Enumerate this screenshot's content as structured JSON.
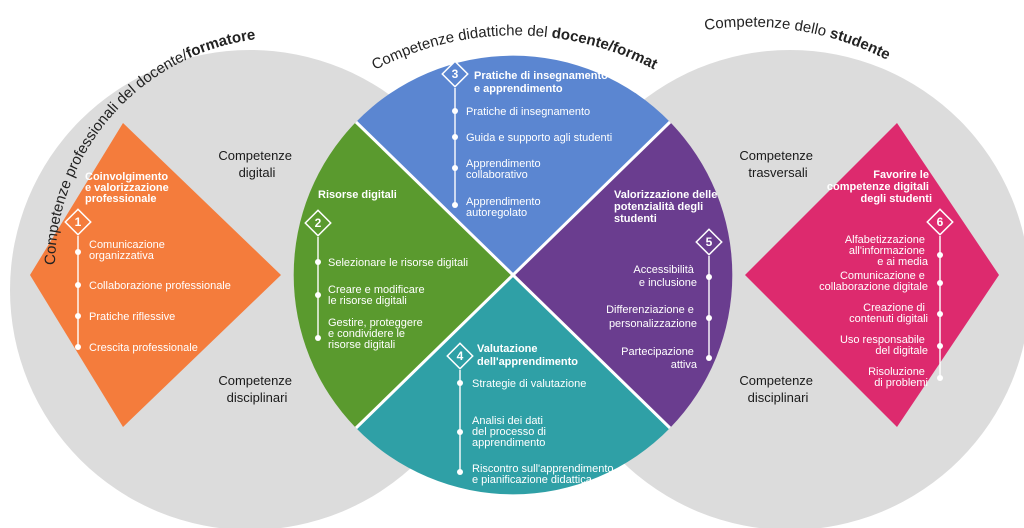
{
  "arc_titles": {
    "left": {
      "regular": "Competenze professionali del docente/",
      "bold": "formatore"
    },
    "center": {
      "regular": "Competenze didattiche del ",
      "bold": "docente/formatore"
    },
    "right": {
      "regular": "Competenze dello ",
      "bold": "studente"
    }
  },
  "gray_labels": {
    "left_top": [
      "Competenze",
      "digitali"
    ],
    "left_bottom": [
      "Competenze",
      "disciplinari"
    ],
    "right_top": [
      "Competenze",
      "trasversali"
    ],
    "right_bottom": [
      "Competenze",
      "disciplinari"
    ]
  },
  "sections": {
    "s1": {
      "number": "1",
      "title": [
        "Coinvolgimento",
        "e valorizzazione",
        "professionale"
      ],
      "items": [
        [
          "Comunicazione",
          "organizzativa"
        ],
        [
          "Collaborazione professionale"
        ],
        [
          "Pratiche riflessive"
        ],
        [
          "Crescita professionale"
        ]
      ]
    },
    "s2": {
      "number": "2",
      "title": [
        "Risorse digitali"
      ],
      "items": [
        [
          "Selezionare le risorse digitali"
        ],
        [
          "Creare e modificare",
          "le risorse digitali"
        ],
        [
          "Gestire, proteggere",
          "e condividere le",
          "risorse digitali"
        ]
      ]
    },
    "s3": {
      "number": "3",
      "title": [
        "Pratiche di insegnamento",
        "e apprendimento"
      ],
      "items": [
        [
          "Pratiche di insegnamento"
        ],
        [
          "Guida e supporto agli studenti"
        ],
        [
          "Apprendimento",
          "collaborativo"
        ],
        [
          "Apprendimento",
          "autoregolato"
        ]
      ]
    },
    "s4": {
      "number": "4",
      "title": [
        "Valutazione",
        "dell'apprendimento"
      ],
      "items": [
        [
          "Strategie di valutazione"
        ],
        [
          "Analisi dei dati",
          "del processo di",
          "apprendimento"
        ],
        [
          "Riscontro sull'apprendimento",
          "e pianificazione didattica"
        ]
      ]
    },
    "s5": {
      "number": "5",
      "title": [
        "Valorizzazione delle",
        "potenzialità degli",
        "studenti"
      ],
      "items": [
        [
          "Accessibilità",
          "e inclusione"
        ],
        [
          "Differenziazione e",
          "personalizzazione"
        ],
        [
          "Partecipazione",
          "attiva"
        ]
      ]
    },
    "s6": {
      "number": "6",
      "title": [
        "Favorire le",
        "competenze digitali",
        "degli studenti"
      ],
      "items": [
        [
          "Alfabetizzazione",
          "all'informazione",
          "e ai media"
        ],
        [
          "Comunicazione e",
          "collaborazione digitale"
        ],
        [
          "Creazione di",
          "contenuti digitali"
        ],
        [
          "Uso responsabile",
          "del digitale"
        ],
        [
          "Risoluzione",
          "di problemi"
        ]
      ]
    }
  },
  "colors": {
    "gray": "#dcdcdc",
    "orange": "#f47c3c",
    "green": "#5a9a2e",
    "blue": "#5b86d1",
    "teal": "#2fa0a6",
    "purple": "#6a3d8f",
    "magenta": "#dd2a6e"
  }
}
